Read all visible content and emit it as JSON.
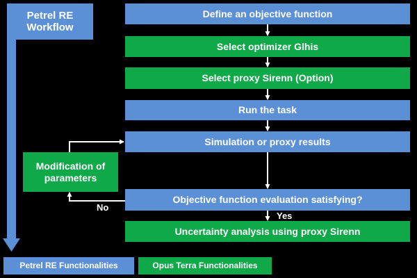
{
  "header": {
    "title": "Petrel RE Workflow"
  },
  "steps": [
    {
      "label": "Define an objective function"
    },
    {
      "label": "Select optimizer Glhis"
    },
    {
      "label": "Select proxy Sirenn (Option)"
    },
    {
      "label": "Run the task"
    },
    {
      "label": "Simulation or proxy results"
    },
    {
      "label": "Objective function evaluation satisfying?"
    },
    {
      "label": "Uncertainty analysis using proxy Sirenn"
    }
  ],
  "side_box": {
    "label": "Modification of parameters"
  },
  "branches": {
    "no": "No",
    "yes": "Yes"
  },
  "legend": {
    "petrel": "Petrel RE Functionalities",
    "opus": "Opus Terra Functionalities"
  },
  "colors": {
    "petrel_blue": "#5b8fd6",
    "opus_green": "#10a94a",
    "background": "#000000",
    "text": "#ffffff"
  }
}
